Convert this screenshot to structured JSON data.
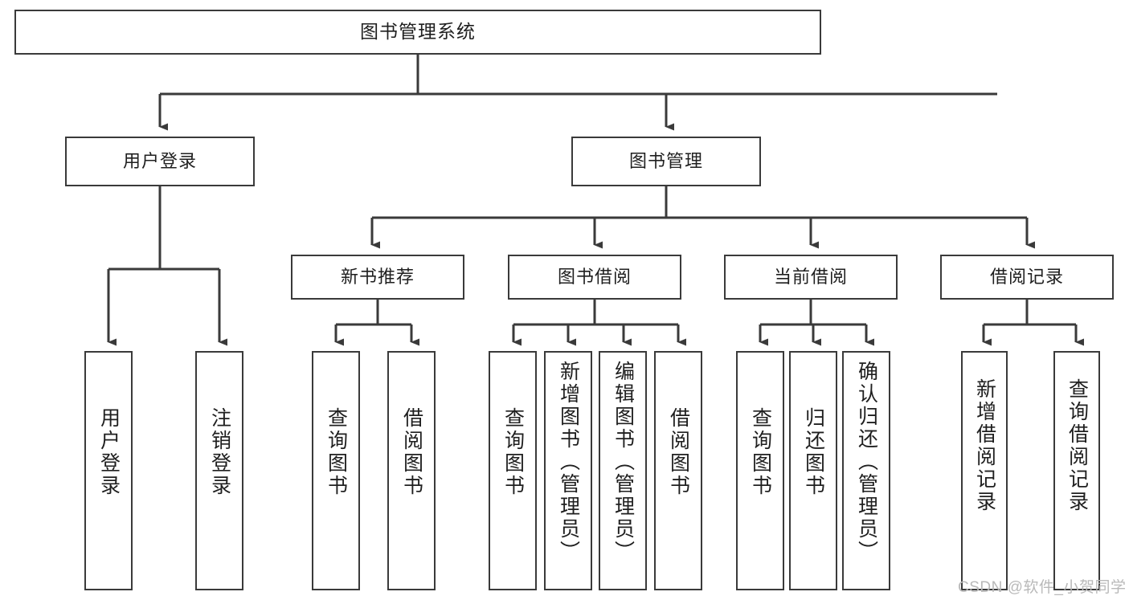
{
  "diagram": {
    "title": "图书管理系统",
    "type": "tree-structure-chart",
    "colors": {
      "box_border": "#3a3a3a",
      "box_fill": "#ffffff",
      "connector": "#3a3a3a",
      "text": "#1f1f1f",
      "watermark": "#b9b9b9",
      "background": "#ffffff"
    },
    "root": {
      "label": "图书管理系统"
    },
    "level2": [
      {
        "label": "用户登录"
      },
      {
        "label": "图书管理"
      }
    ],
    "level3": [
      {
        "label": "新书推荐"
      },
      {
        "label": "图书借阅"
      },
      {
        "label": "当前借阅"
      },
      {
        "label": "借阅记录"
      }
    ],
    "leaves": {
      "user_login": [
        {
          "label": "用户登录"
        },
        {
          "label": "注销登录"
        }
      ],
      "new_book_recommend": [
        {
          "label": "查询图书"
        },
        {
          "label": "借阅图书"
        }
      ],
      "book_borrow": [
        {
          "label": "查询图书"
        },
        {
          "label": "新增图书（管理员）"
        },
        {
          "label": "编辑图书（管理员）"
        },
        {
          "label": "借阅图书"
        }
      ],
      "current_borrow": [
        {
          "label": "查询图书"
        },
        {
          "label": "归还图书"
        },
        {
          "label": "确认归还（管理员）"
        }
      ],
      "borrow_record": [
        {
          "label": "新增借阅记录"
        },
        {
          "label": "查询借阅记录"
        }
      ]
    },
    "watermark": "CSDN @软件_小贺同学"
  }
}
